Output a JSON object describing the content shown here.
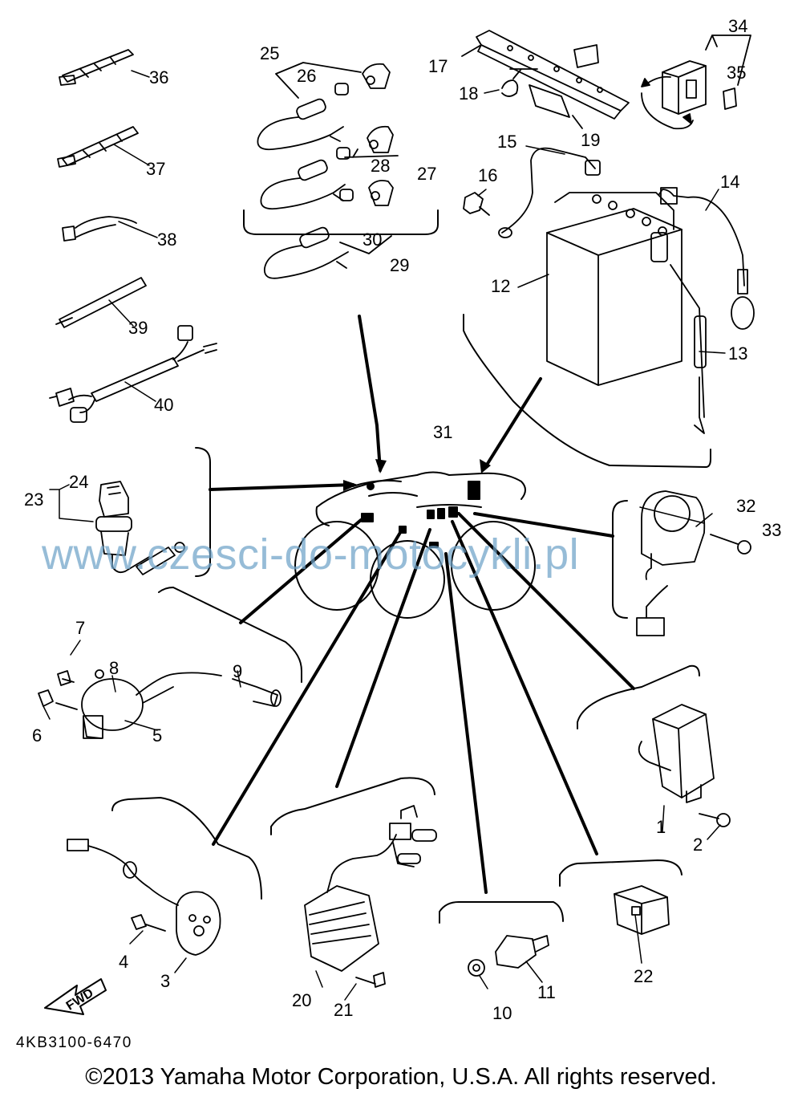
{
  "diagram": {
    "part_numbers": [
      "1",
      "2",
      "3",
      "4",
      "5",
      "6",
      "7",
      "8",
      "9",
      "10",
      "11",
      "12",
      "13",
      "14",
      "15",
      "16",
      "17",
      "18",
      "19",
      "20",
      "21",
      "22",
      "23",
      "24",
      "25",
      "26",
      "27",
      "28",
      "29",
      "30",
      "31",
      "32",
      "33",
      "34",
      "35",
      "36",
      "37",
      "38",
      "39",
      "40"
    ],
    "fwd_label": "FWD",
    "diagram_code": "4KB3100-6470",
    "watermark": "www.czesci-do-motocykli.pl",
    "copyright": "©2013 Yamaha Motor Corporation, U.S.A. All rights reserved."
  }
}
